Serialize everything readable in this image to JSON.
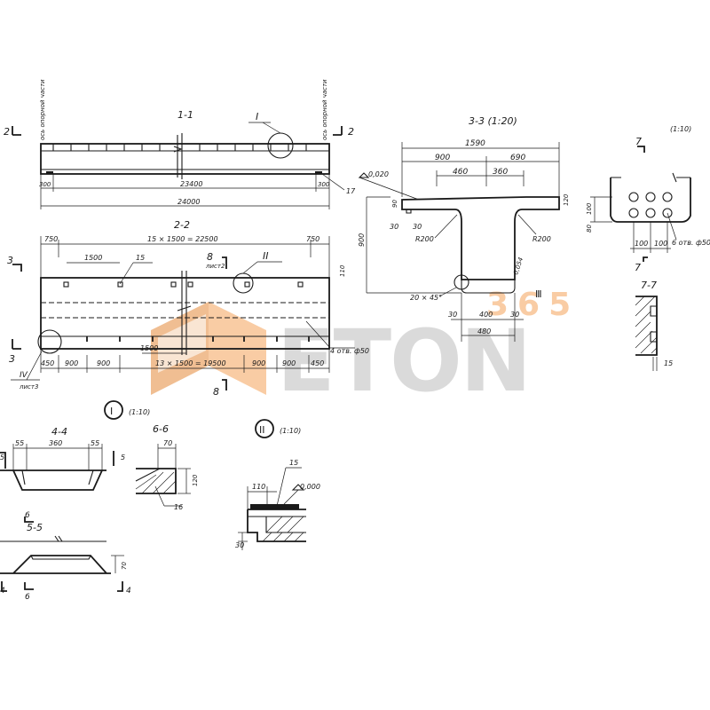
{
  "labels": {
    "sec_1_1": "1-1",
    "sec_2_2": "2-2",
    "sec_3_3": "3-3 (1:20)",
    "sec_4_4": "4-4",
    "sec_5_5": "5-5",
    "sec_6_6": "6-6",
    "sec_7_7": "7-7",
    "mark_7": "7",
    "scale_1_10": "(1:10)",
    "node_I": "I",
    "node_II": "II",
    "node_IV": "IV",
    "s2": "2",
    "s3": "3",
    "s4": "4",
    "s5": "5",
    "s6": "6",
    "s8": "8",
    "list2": "лист2",
    "list3": "лист3",
    "axis_support": "ось опорной части"
  },
  "dims_11": {
    "d300l": "300",
    "d23400": "23400",
    "d300r": "300",
    "d24000": "24000",
    "d17": "17"
  },
  "dims_22": {
    "d750l": "750",
    "d15x1500": "15 × 1500 = 22500",
    "d750r": "750",
    "d1500t": "1500",
    "d15": "15",
    "d110": "110",
    "d1500b": "1500",
    "d450l": "450",
    "d900a": "900",
    "d900b": "900",
    "d13x1500": "13 × 1500 = 19500",
    "d900c": "900",
    "d900d": "900",
    "d450r": "450",
    "holes50": "4 отв. ф50"
  },
  "dims_33": {
    "d1590": "1590",
    "d900": "900",
    "d690": "690",
    "d460": "460",
    "d360": "360",
    "elev": "0,020",
    "d90": "90",
    "d30a": "30",
    "d30b": "30",
    "d120": "120",
    "r200l": "R200",
    "r200r": "R200",
    "d900v": "900",
    "slope": "0,054",
    "chamfer": "20 × 45°",
    "d30c": "30",
    "d400": "400",
    "d30d": "30",
    "d480": "480"
  },
  "dims_I": {
    "d80": "80",
    "d100": "100",
    "d100a": "100",
    "d100b": "100",
    "holes6": "6 отв. ф50"
  },
  "dims_77": {
    "d15": "15"
  },
  "dims_44": {
    "d55a": "55",
    "d360": "360",
    "d55b": "55"
  },
  "dims_66": {
    "d70": "70",
    "d120": "120",
    "d16": "16"
  },
  "dims_55": {
    "d70": "70"
  },
  "dims_II": {
    "d110": "110",
    "d15": "15",
    "d0000": "0,000",
    "d30": "30"
  },
  "watermark": {
    "brand": "ETON",
    "num": "365",
    "color_orange": "#f5a35a",
    "color_gray": "#bdbdbd"
  }
}
